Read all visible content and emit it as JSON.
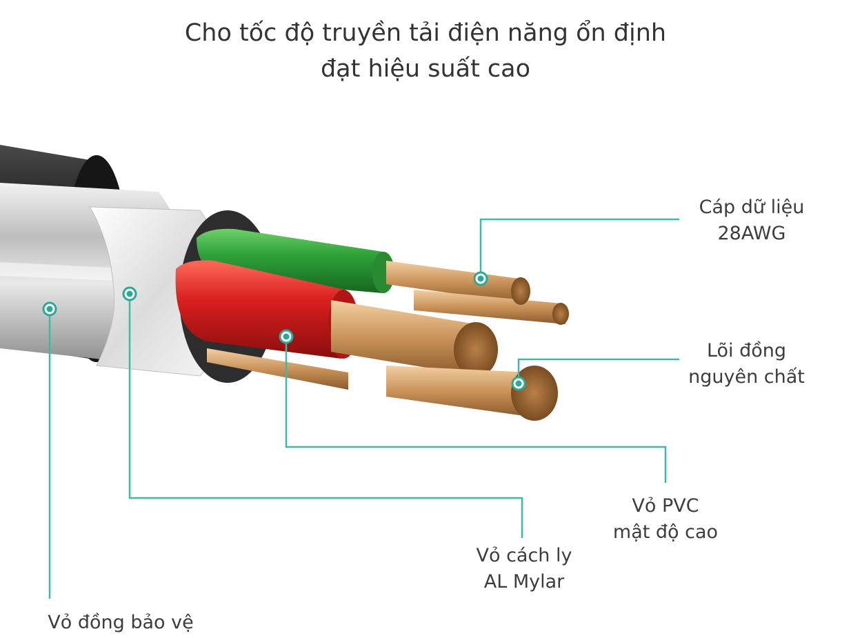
{
  "title": {
    "line1": "Cho tốc độ truyền tải điện năng ổn định",
    "line2": "đạt hiệu suất cao"
  },
  "labels": {
    "data_cable": {
      "line1": "Cáp dữ liệu",
      "line2": "28AWG"
    },
    "copper_core": {
      "line1": "Lõi đồng",
      "line2": "nguyên chất"
    },
    "pvc_jacket": {
      "line1": "Vỏ PVC",
      "line2": "mật độ cao"
    },
    "al_mylar": {
      "line1": "Vỏ cách ly",
      "line2": "AL Mylar"
    },
    "copper_shield": {
      "line1": "Vỏ đồng bảo vệ"
    }
  },
  "colors": {
    "callout_line": "#3fb8a6",
    "callout_dot": "#2aa898",
    "green_wire": "#2fa23a",
    "red_wire": "#d91f1f",
    "copper": "#c9935a",
    "outer_jacket": "#2a2a2a",
    "shield": "#cfcfcf"
  }
}
